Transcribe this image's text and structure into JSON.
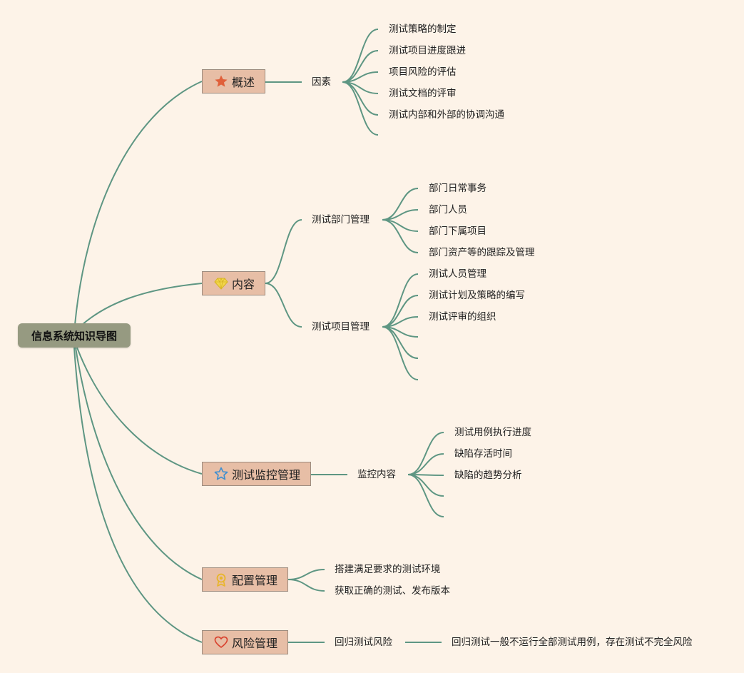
{
  "root": {
    "label": "信息系统知识导图"
  },
  "branches": [
    {
      "label": "概述",
      "icon": "star-filled-icon",
      "children": [
        {
          "label": "因素",
          "children": [
            "测试策略的制定",
            "测试项目进度跟进",
            "项目风险的评估",
            "测试文档的评审",
            "测试内部和外部的协调沟通",
            ""
          ]
        }
      ]
    },
    {
      "label": "内容",
      "icon": "diamond-icon",
      "children": [
        {
          "label": "测试部门管理",
          "children": [
            "部门日常事务",
            "部门人员",
            "部门下属项目",
            "部门资产等的跟踪及管理"
          ]
        },
        {
          "label": "测试项目管理",
          "children": [
            "测试人员管理",
            "测试计划及策略的编写",
            "测试评审的组织",
            "",
            "",
            ""
          ]
        }
      ]
    },
    {
      "label": "测试监控管理",
      "icon": "star-outline-icon",
      "children": [
        {
          "label": "监控内容",
          "children": [
            "测试用例执行进度",
            "缺陷存活时间",
            "缺陷的趋势分析",
            "",
            ""
          ]
        }
      ]
    },
    {
      "label": "配置管理",
      "icon": "award-icon",
      "children": [
        {
          "label": "搭建满足要求的测试环境",
          "children": []
        },
        {
          "label": "获取正确的测试、发布版本",
          "children": []
        }
      ]
    },
    {
      "label": "风险管理",
      "icon": "heart-icon",
      "children": [
        {
          "label": "回归测试风险",
          "children": [
            "回归测试一般不运行全部测试用例，存在测试不完全风险"
          ]
        }
      ]
    }
  ],
  "colors": {
    "background": "#fdf3e8",
    "link": "#5e9683",
    "branch_fill": "#e7bea6",
    "root_fill": "#969a81"
  }
}
